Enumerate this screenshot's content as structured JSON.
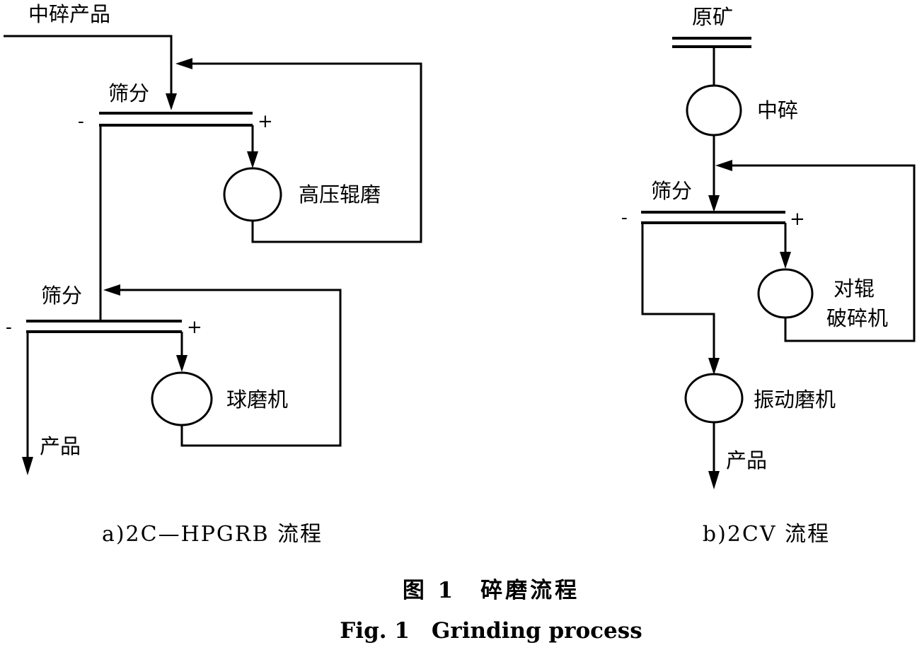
{
  "diagram_a": {
    "input_label": "中碎产品",
    "screen1": {
      "label": "筛分",
      "minus": "-",
      "plus": "+"
    },
    "machine1": "高压辊磨",
    "screen2": {
      "label": "筛分",
      "minus": "-",
      "plus": "+"
    },
    "machine2": "球磨机",
    "output_label": "产品",
    "subcaption": "a)2C—HPGRB 流程"
  },
  "diagram_b": {
    "input_label": "原矿",
    "crusher": "中碎",
    "screen": {
      "label": "筛分",
      "minus": "-",
      "plus": "+"
    },
    "roll_crusher_line1": "对辊",
    "roll_crusher_line2": "破碎机",
    "mill": "振动磨机",
    "output_label": "产品",
    "subcaption": "b)2CV 流程"
  },
  "caption": {
    "cn": "图 1　碎磨流程",
    "en": "Fig. 1　Grinding process"
  }
}
